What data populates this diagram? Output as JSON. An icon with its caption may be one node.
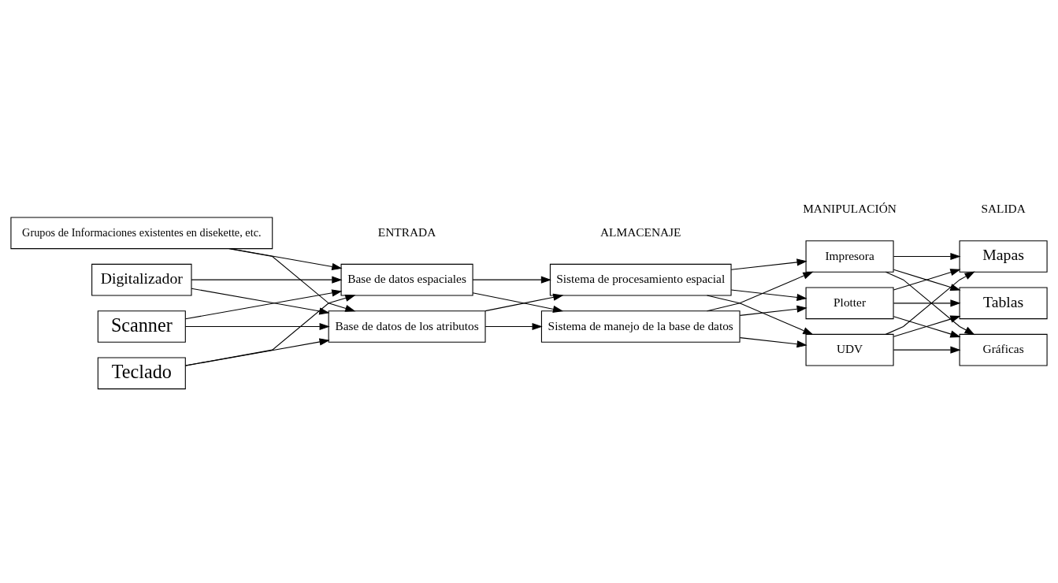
{
  "diagram": {
    "nodes": [
      {
        "text": [
          "Grupos de Informaciones existentes en disekette, etc."
        ]
      },
      {
        "text": [
          "Digitalizador"
        ]
      },
      {
        "text": [
          "Scanner"
        ]
      },
      {
        "text": [
          "Teclado"
        ]
      },
      {
        "text": [
          "Base de datos espaciales"
        ]
      },
      {
        "text": [
          "Base de datos de los atributos"
        ]
      },
      {
        "text": [
          "Sistema de procesamiento espacial"
        ]
      },
      {
        "text": [
          "Sistema de manejo de la base de datos"
        ]
      },
      {
        "text": [
          "Impresora"
        ]
      },
      {
        "text": [
          "Plotter"
        ]
      },
      {
        "text": [
          "UDV"
        ]
      },
      {
        "text": [
          "Mapas"
        ]
      },
      {
        "text": [
          "Tablas"
        ]
      },
      {
        "text": [
          "Gráficas"
        ]
      }
    ],
    "edges": [
      {
        "from": 0,
        "to": 4,
        "arrow": "to"
      },
      {
        "from": 0,
        "to": 5,
        "arrow": "to"
      },
      {
        "from": 1,
        "to": 4,
        "arrow": "to"
      },
      {
        "from": 1,
        "to": 5,
        "arrow": "to"
      },
      {
        "from": 2,
        "to": 4,
        "arrow": "to"
      },
      {
        "from": 2,
        "to": 5,
        "arrow": "to"
      },
      {
        "from": 3,
        "to": 4,
        "arrow": "to"
      },
      {
        "from": 3,
        "to": 5,
        "arrow": "to"
      },
      {
        "from": 4,
        "to": 6,
        "arrow": "to"
      },
      {
        "from": 4,
        "to": 7,
        "arrow": "to"
      },
      {
        "from": 5,
        "to": 6,
        "arrow": "to"
      },
      {
        "from": 5,
        "to": 7,
        "arrow": "to"
      },
      {
        "from": 6,
        "to": 8,
        "arrow": "to"
      },
      {
        "from": 6,
        "to": 9,
        "arrow": "to"
      },
      {
        "from": 6,
        "to": 10,
        "arrow": "to"
      },
      {
        "from": 7,
        "to": 8,
        "arrow": "to"
      },
      {
        "from": 7,
        "to": 9,
        "arrow": "to"
      },
      {
        "from": 7,
        "to": 10,
        "arrow": "to"
      },
      {
        "from": 8,
        "to": 11,
        "arrow": "to"
      },
      {
        "from": 8,
        "to": 12,
        "arrow": "to"
      },
      {
        "from": 8,
        "to": 13,
        "arrow": "to"
      },
      {
        "from": 9,
        "to": 11,
        "arrow": "to"
      },
      {
        "from": 9,
        "to": 12,
        "arrow": "to"
      },
      {
        "from": 9,
        "to": 13,
        "arrow": "to"
      },
      {
        "from": 10,
        "to": 11,
        "arrow": "to"
      },
      {
        "from": 10,
        "to": 12,
        "arrow": "to"
      },
      {
        "from": 10,
        "to": 13,
        "arrow": "to"
      }
    ],
    "labels": [
      "ENTRADA",
      "ALMACENAJE",
      "MANIPULACIÓN",
      "SALIDA"
    ]
  }
}
